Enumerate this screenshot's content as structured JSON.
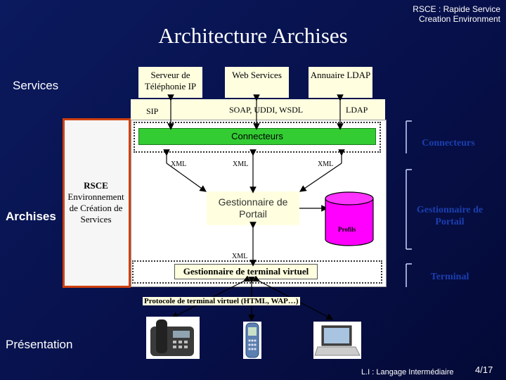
{
  "header": {
    "title": "Architecture Archises",
    "corner_note": "RSCE : Rapide Service Creation Environment"
  },
  "layers": {
    "services": "Services",
    "archises": "Archises",
    "presentation": "Présentation"
  },
  "services": {
    "telephony": "Serveur de Téléphonie IP",
    "web": "Web Services",
    "ldap_dir": "Annuaire LDAP"
  },
  "protocols": {
    "sip": "SIP",
    "soap": "SOAP, UDDI, WSDL",
    "ldap": "LDAP",
    "xml_left": "XML",
    "xml_mid": "XML",
    "xml_right": "XML",
    "xml_bottom": "XML",
    "terminal_protocol": "Protocole de terminal virtuel (HTML, WAP…)"
  },
  "components": {
    "connecteurs": "Connecteurs",
    "portal_manager": "Gestionnaire de Portail",
    "profils": "Profils",
    "terminal_manager": "Gestionnaire de terminal virtuel",
    "rsce_title": "RSCE",
    "rsce_desc": "Environnement de Création de Services"
  },
  "right_labels": {
    "connecteurs": "Connecteurs",
    "portal": "Gestionnaire de Portail",
    "terminal": "Terminal"
  },
  "devices": [
    "desk-phone",
    "mobile-phone",
    "laptop"
  ],
  "footer": {
    "legend": "L.I : Langage Intermédiaire",
    "page": "4/17"
  },
  "colors": {
    "background": "#0b1a5e",
    "connector_green": "#33cc33",
    "cream": "#ffffe0",
    "rsce_border": "#d04010",
    "profils_magenta": "#ff00ff",
    "right_label_blue": "#1b3fb0"
  }
}
